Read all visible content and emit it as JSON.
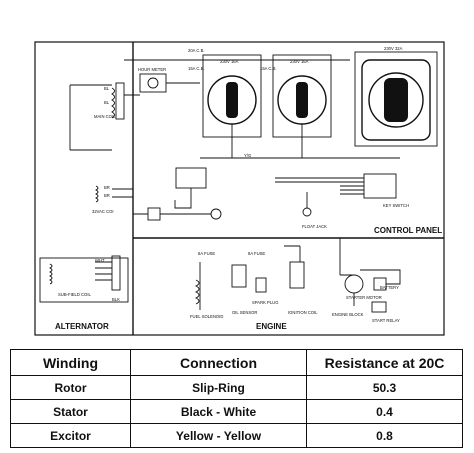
{
  "panels": {
    "alternator": "ALTERNATOR",
    "control_panel": "CONTROL PANEL",
    "engine": "ENGINE"
  },
  "labels": {
    "hour_meter": "HOUR METER",
    "main_coil": "MAIN COIL",
    "coil_32vac": "32VAC COI",
    "sub_field_coil": "SUB-FIELD COIL",
    "key_switch": "KEY SWITCH",
    "float_jack": "FLOAT JACK",
    "fuel_solenoid": "FUEL SOLENOID",
    "oil_sensor": "OIL SENSOR",
    "spark_plug": "SPARK PLUG",
    "ignition_coil": "IGNITION COIL",
    "starter_motor": "STARTER MOTOR",
    "engine_block": "ENGINE BLOCK",
    "battery": "BATTERY",
    "start_relay": "START RELAY",
    "breaker_20a": "20A C.B.",
    "breaker_15a_a": "15A C.B.",
    "breaker_15a_b": "15A C.B.",
    "outlet_1": "230V 16A",
    "outlet_2": "230V 16A",
    "outlet_3": "230V 32A",
    "fuse_1": "8A FUSE",
    "fuse_2": "8A FUSE",
    "ys": "Y/G",
    "bl": "BL",
    "br": "BR",
    "wht": "WHT",
    "blk": "BLK"
  },
  "table": {
    "headers": [
      "Winding",
      "Connection",
      "Resistance at 20C"
    ],
    "rows": [
      [
        "Rotor",
        "Slip-Ring",
        "50.3"
      ],
      [
        "Stator",
        "Black - White",
        "0.4"
      ],
      [
        "Excitor",
        "Yellow - Yellow",
        "0.8"
      ]
    ]
  }
}
